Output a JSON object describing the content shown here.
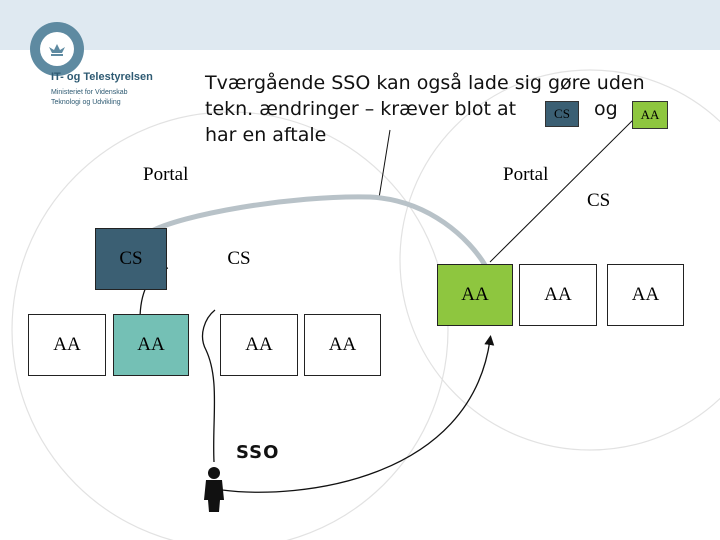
{
  "header": {
    "org_name": "IT- og Telestyrelsen",
    "org_sub_1": "Ministeriet for Videnskab",
    "org_sub_2": "Teknologi og Udvikling"
  },
  "headline": {
    "line1": "Tværgående SSO kan også lade sig gøre uden",
    "line2_pre": "tekn. ændringer – kræver blot at",
    "line2_box1": "CS",
    "line2_mid": "og",
    "line2_box2": "AA",
    "line3": "har en aftale"
  },
  "diagram": {
    "left_portal": "Portal",
    "right_portal": "Portal",
    "cs_left_dark": "CS",
    "cs_left_plain": "CS",
    "cs_right": "CS",
    "aa_left_1": "AA",
    "aa_left_2": "AA",
    "aa_left_3": "AA",
    "aa_left_4": "AA",
    "aa_right_green": "AA",
    "aa_right_2": "AA",
    "aa_right_3": "AA",
    "sso_label": "SSO"
  },
  "colors": {
    "dark_node": "#3b5f73",
    "teal_node": "#74c0b5",
    "green_node": "#8ec63f",
    "bridge_line": "#b8c2c8",
    "top_bar": "#dfe9f1"
  }
}
